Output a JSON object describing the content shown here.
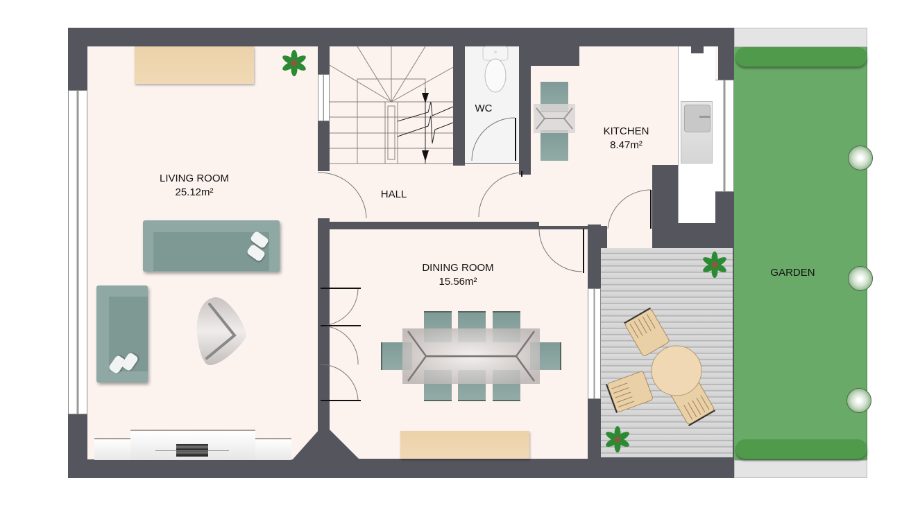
{
  "plan": {
    "title": "Ground floor plan",
    "colors": {
      "wall": "#55555e",
      "floor": "#fcf3ef",
      "garden": "#6aaa69",
      "terrace": "#d9d9d9",
      "furniture_upholstery": "#8fa8a4",
      "wood": "#ecd2a9"
    }
  },
  "rooms": [
    {
      "id": "living",
      "name": "LIVING ROOM",
      "area": "25.12m²"
    },
    {
      "id": "hall",
      "name": "HALL",
      "area": ""
    },
    {
      "id": "wc",
      "name": "WC",
      "area": ""
    },
    {
      "id": "kitchen",
      "name": "KITCHEN",
      "area": "8.47m²"
    },
    {
      "id": "dining",
      "name": "DINING ROOM",
      "area": "15.56m²"
    },
    {
      "id": "garden",
      "name": "GARDEN",
      "area": ""
    }
  ],
  "furniture": {
    "living": [
      "sideboard",
      "plant",
      "three-seat-sofa",
      "two-seat-sofa",
      "coffee-table",
      "tv-unit"
    ],
    "hall": [
      "staircase"
    ],
    "wc": [
      "toilet"
    ],
    "kitchen": [
      "bistro-table",
      "two-chairs",
      "sink-counter"
    ],
    "dining": [
      "dining-table",
      "eight-chairs",
      "sideboard"
    ],
    "terrace": [
      "round-table",
      "three-deck-chairs",
      "two-plants"
    ],
    "garden": [
      "hedge-top",
      "hedge-bottom",
      "three-shrubs"
    ]
  }
}
